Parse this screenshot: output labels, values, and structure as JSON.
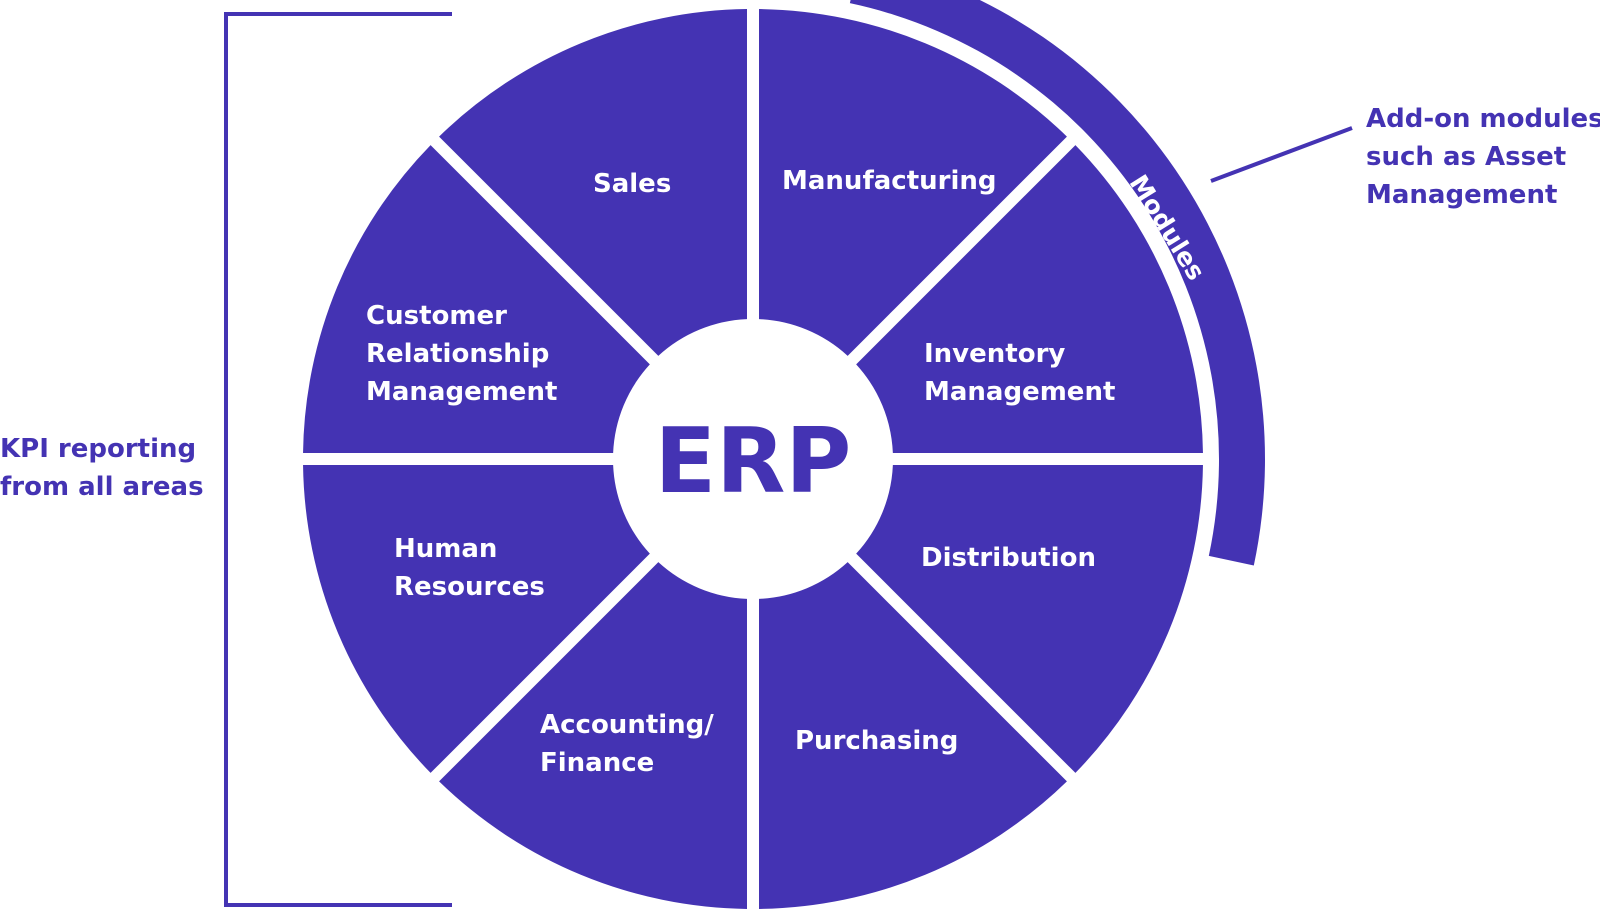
{
  "colors": {
    "primary": "#4433B3",
    "background": "#FFFFFF",
    "text_on_primary": "#FFFFFF"
  },
  "center": {
    "label": "ERP"
  },
  "segments": [
    {
      "id": "sales",
      "lines": [
        "Sales"
      ]
    },
    {
      "id": "manufacturing",
      "lines": [
        "Manufacturing"
      ]
    },
    {
      "id": "inventory-management",
      "lines": [
        "Inventory",
        "Management"
      ]
    },
    {
      "id": "distribution",
      "lines": [
        "Distribution"
      ]
    },
    {
      "id": "purchasing",
      "lines": [
        "Purchasing"
      ]
    },
    {
      "id": "accounting-finance",
      "lines": [
        "Accounting/",
        "Finance"
      ]
    },
    {
      "id": "human-resources",
      "lines": [
        "Human",
        "Resources"
      ]
    },
    {
      "id": "customer-relationship-management",
      "lines": [
        "Customer",
        "Relationship",
        "Management"
      ]
    }
  ],
  "modules_band": {
    "label": "Modules"
  },
  "callouts": {
    "add_on": [
      "Add-on modules",
      "such as Asset",
      "Management"
    ],
    "kpi": [
      "KPI reporting",
      "from all areas"
    ]
  }
}
